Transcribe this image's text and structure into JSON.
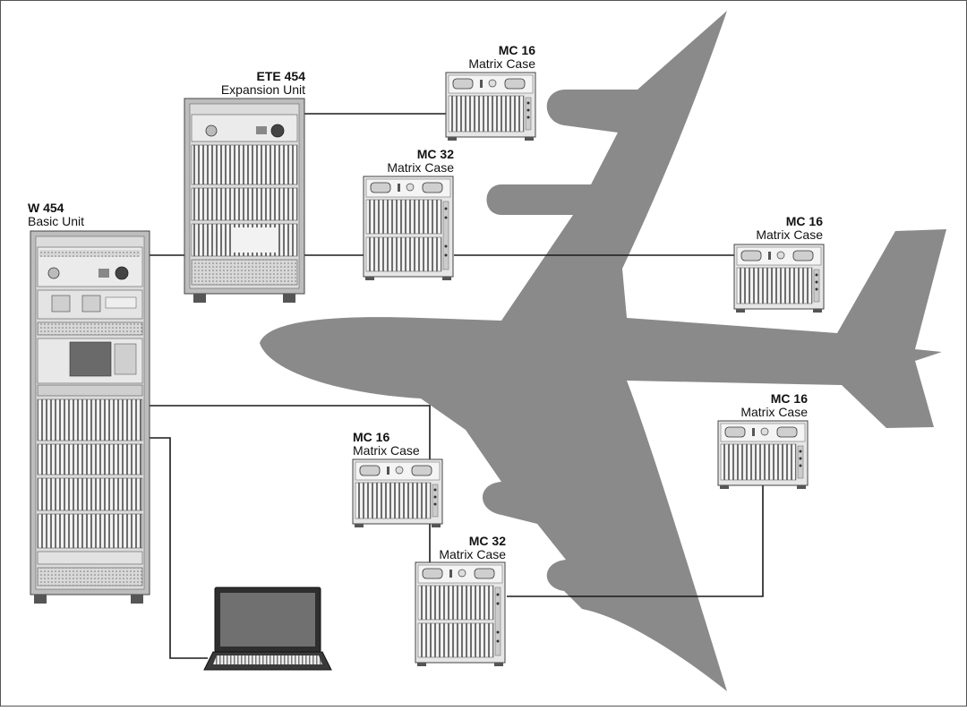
{
  "colors": {
    "aircraft": "#8a8a8a",
    "cable": "#1a1a1a",
    "equipment_frame": "#b9b9b9",
    "equipment_face": "#e9e9e9",
    "border": "#555555"
  },
  "units": {
    "w454": {
      "title": "W 454",
      "subtitle": "Basic Unit"
    },
    "ete454": {
      "title": "ETE 454",
      "subtitle": "Expansion Unit"
    },
    "mc16_top": {
      "title": "MC 16",
      "subtitle": "Matrix Case"
    },
    "mc32_upper": {
      "title": "MC 32",
      "subtitle": "Matrix Case"
    },
    "mc16_right": {
      "title": "MC 16",
      "subtitle": "Matrix Case"
    },
    "mc16_lower_right": {
      "title": "MC 16",
      "subtitle": "Matrix Case"
    },
    "mc16_lower_mid": {
      "title": "MC 16",
      "subtitle": "Matrix Case"
    },
    "mc32_bottom": {
      "title": "MC 32",
      "subtitle": "Matrix Case"
    }
  },
  "icons": {
    "aircraft": "airplane-silhouette-icon",
    "laptop": "laptop-icon"
  }
}
